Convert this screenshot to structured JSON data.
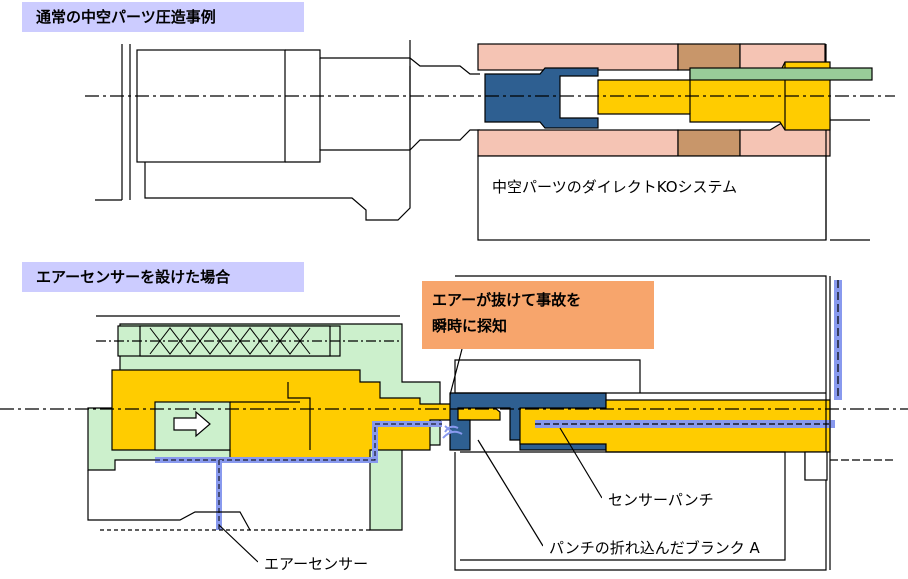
{
  "labels": {
    "top_section": "通常の中空パーツ圧造事例",
    "bottom_section": "エアーセンサーを設けた場合",
    "ko_system": "中空パーツのダイレクトKOシステム",
    "callout_line1": "エアーが抜けて事故を",
    "callout_line2": "瞬時に探知",
    "sensor_punch": "センサーパンチ",
    "broken_blank": "パンチの折れ込んだブランク A",
    "air_sensor": "エアーセンサー"
  },
  "colors": {
    "section_label_bg": "#ccccff",
    "callout_bg": "#f7a56c",
    "die_pink": "#f5c4b4",
    "die_brown": "#c8966a",
    "blank_blue": "#2e5f91",
    "punch_yellow": "#ffcc00",
    "ko_pin_green": "#99cc99",
    "holder_light_green": "#ccf0cc",
    "air_channel_blue": "#8899ee",
    "line_black": "#000000"
  },
  "icons": {
    "arrow": "right-arrow-icon"
  }
}
